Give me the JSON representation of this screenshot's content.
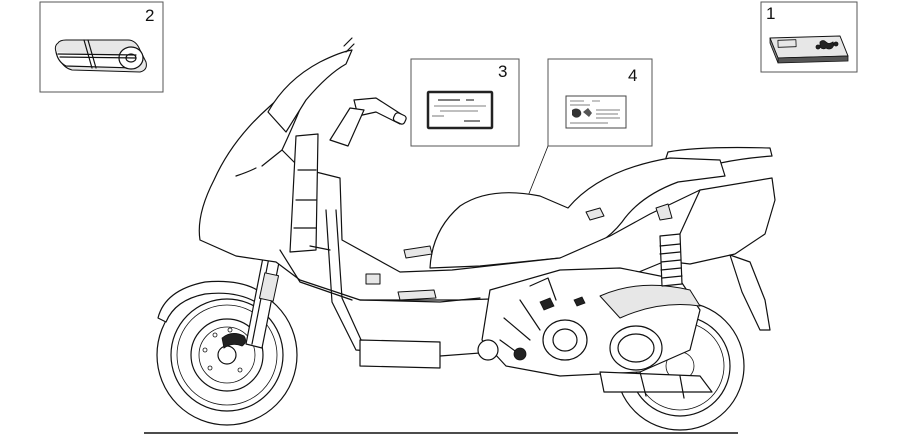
{
  "callouts": [
    {
      "id": "1",
      "label": "1"
    },
    {
      "id": "2",
      "label": "2"
    },
    {
      "id": "3",
      "label": "3"
    },
    {
      "id": "4",
      "label": "4"
    }
  ],
  "colors": {
    "ink": "#111111",
    "box_border": "#555555",
    "background": "#ffffff",
    "shade": "#e7e7e7"
  }
}
